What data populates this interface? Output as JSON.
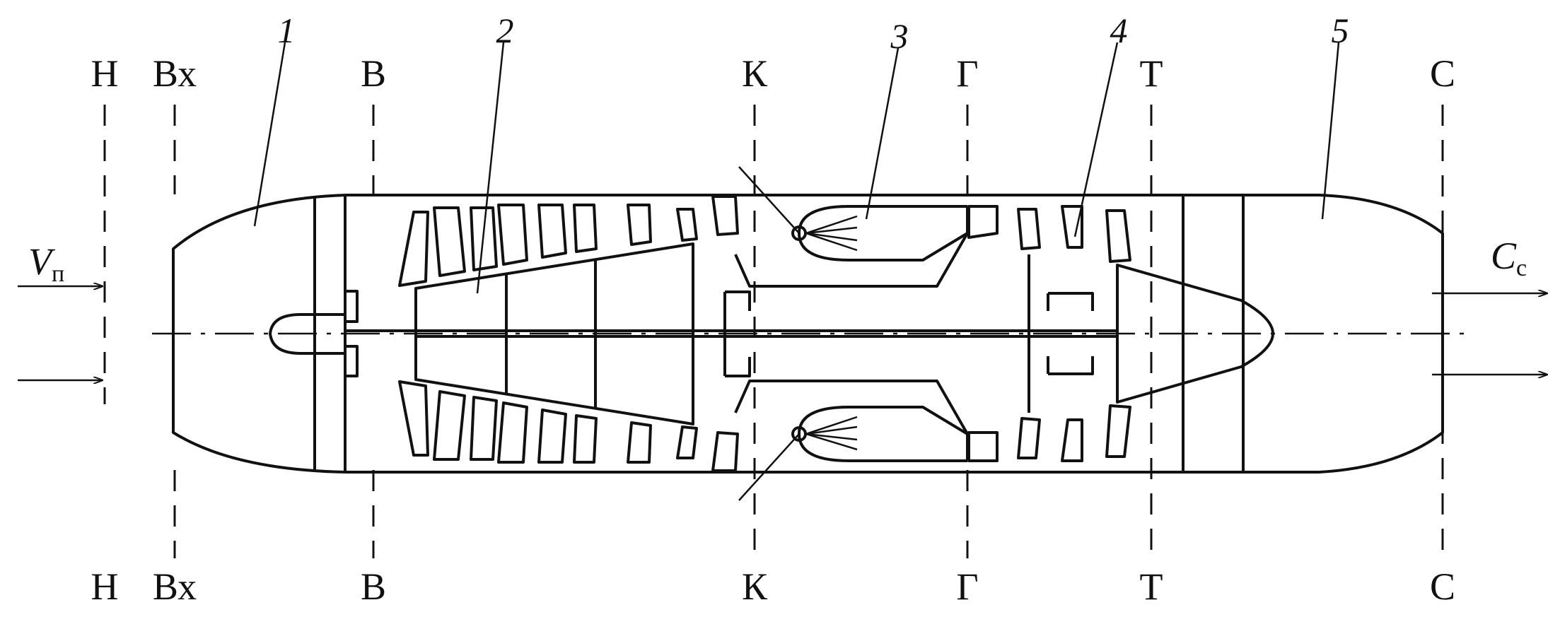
{
  "sections": [
    {
      "key": "h",
      "label": "Н"
    },
    {
      "key": "vx",
      "label": "Вх"
    },
    {
      "key": "v",
      "label": "В"
    },
    {
      "key": "k",
      "label": "К"
    },
    {
      "key": "g",
      "label": "Г"
    },
    {
      "key": "t",
      "label": "Т"
    },
    {
      "key": "c",
      "label": "С"
    }
  ],
  "components": [
    "1",
    "2",
    "3",
    "4",
    "5"
  ],
  "flow": {
    "inlet_symbol": "V",
    "inlet_subscript": "п",
    "outlet_symbol": "C",
    "outlet_subscript": "c"
  }
}
